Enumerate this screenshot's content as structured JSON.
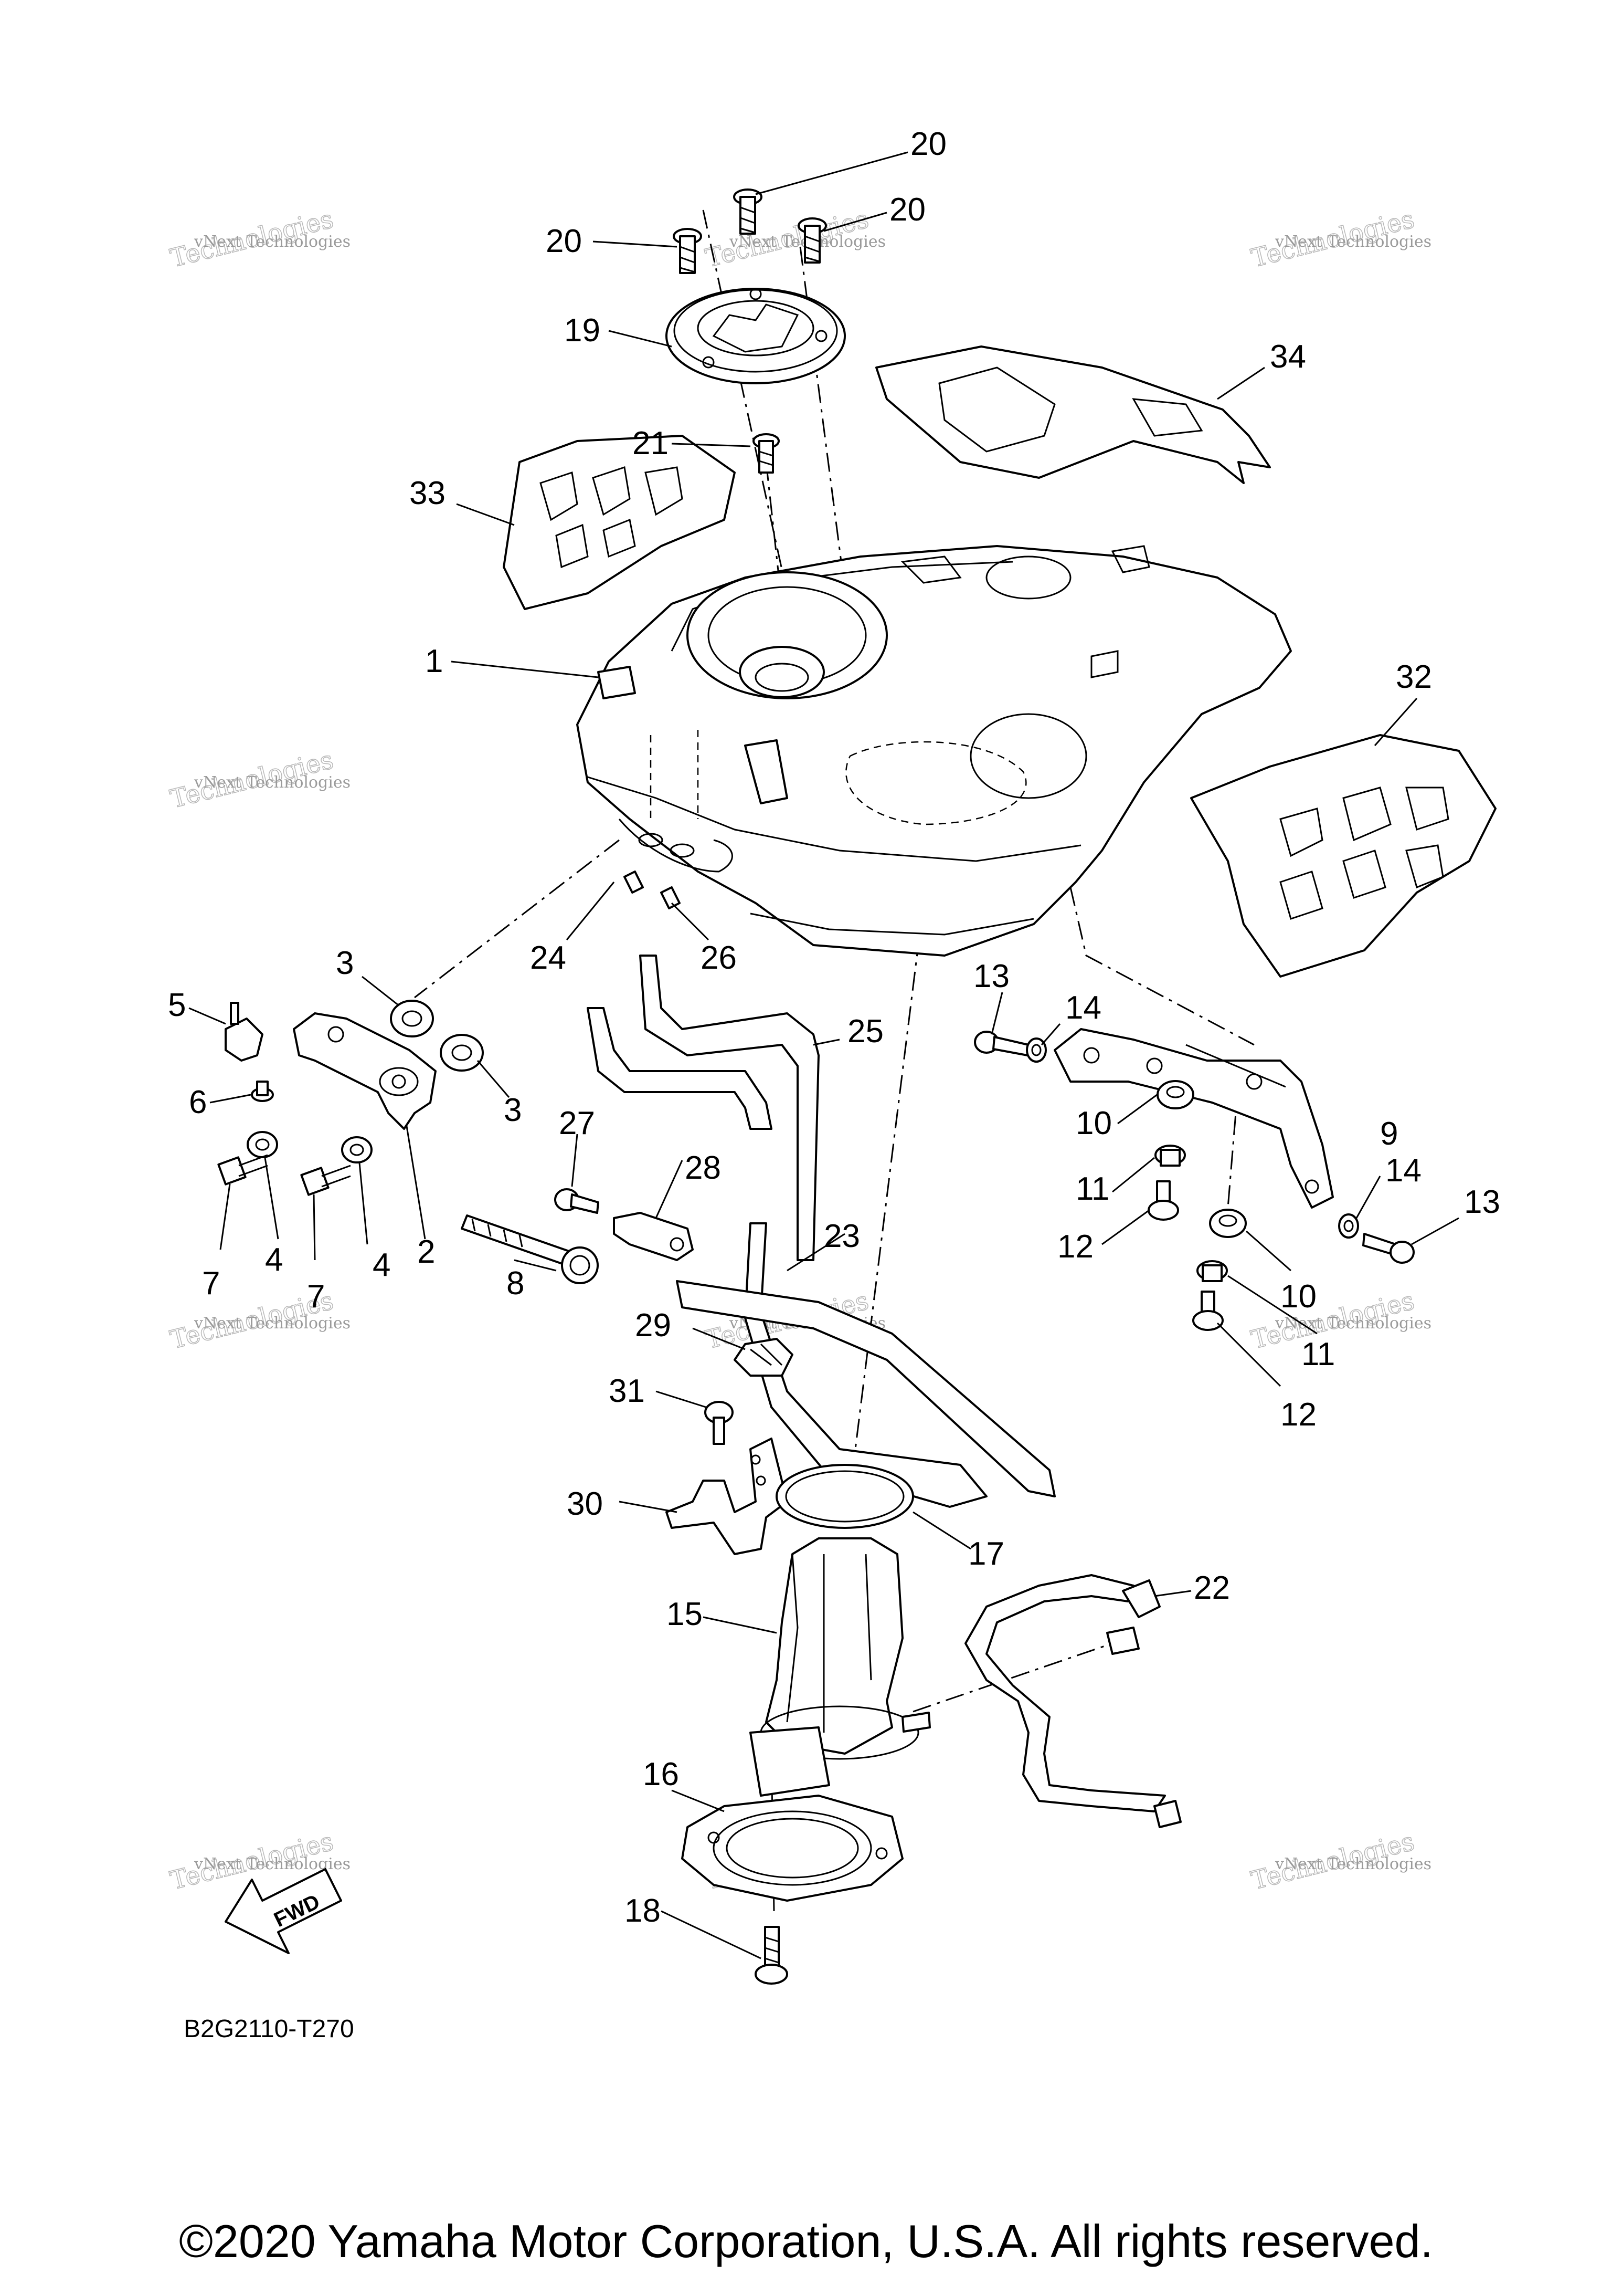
{
  "diagram": {
    "ref_code": "B2G2110-T270",
    "fwd_label": "FWD",
    "watermark_line1": "vNext Technologies",
    "watermark_line2": "Technologies",
    "callouts": [
      {
        "id": "c1",
        "label": "1"
      },
      {
        "id": "c2",
        "label": "2"
      },
      {
        "id": "c3a",
        "label": "3"
      },
      {
        "id": "c3b",
        "label": "3"
      },
      {
        "id": "c4a",
        "label": "4"
      },
      {
        "id": "c4b",
        "label": "4"
      },
      {
        "id": "c5",
        "label": "5"
      },
      {
        "id": "c6",
        "label": "6"
      },
      {
        "id": "c7a",
        "label": "7"
      },
      {
        "id": "c7b",
        "label": "7"
      },
      {
        "id": "c8",
        "label": "8"
      },
      {
        "id": "c9",
        "label": "9"
      },
      {
        "id": "c10a",
        "label": "10"
      },
      {
        "id": "c10b",
        "label": "10"
      },
      {
        "id": "c11a",
        "label": "11"
      },
      {
        "id": "c11b",
        "label": "11"
      },
      {
        "id": "c12a",
        "label": "12"
      },
      {
        "id": "c12b",
        "label": "12"
      },
      {
        "id": "c13a",
        "label": "13"
      },
      {
        "id": "c13b",
        "label": "13"
      },
      {
        "id": "c14a",
        "label": "14"
      },
      {
        "id": "c14b",
        "label": "14"
      },
      {
        "id": "c15",
        "label": "15"
      },
      {
        "id": "c16",
        "label": "16"
      },
      {
        "id": "c17",
        "label": "17"
      },
      {
        "id": "c18",
        "label": "18"
      },
      {
        "id": "c19",
        "label": "19"
      },
      {
        "id": "c20a",
        "label": "20"
      },
      {
        "id": "c20b",
        "label": "20"
      },
      {
        "id": "c20c",
        "label": "20"
      },
      {
        "id": "c21",
        "label": "21"
      },
      {
        "id": "c22",
        "label": "22"
      },
      {
        "id": "c23",
        "label": "23"
      },
      {
        "id": "c24",
        "label": "24"
      },
      {
        "id": "c25",
        "label": "25"
      },
      {
        "id": "c26",
        "label": "26"
      },
      {
        "id": "c27",
        "label": "27"
      },
      {
        "id": "c28",
        "label": "28"
      },
      {
        "id": "c29",
        "label": "29"
      },
      {
        "id": "c30",
        "label": "30"
      },
      {
        "id": "c31",
        "label": "31"
      },
      {
        "id": "c32",
        "label": "32"
      },
      {
        "id": "c33",
        "label": "33"
      },
      {
        "id": "c34",
        "label": "34"
      }
    ]
  },
  "footer": {
    "copyright": "©2020 Yamaha Motor Corporation, U.S.A. All rights reserved."
  }
}
